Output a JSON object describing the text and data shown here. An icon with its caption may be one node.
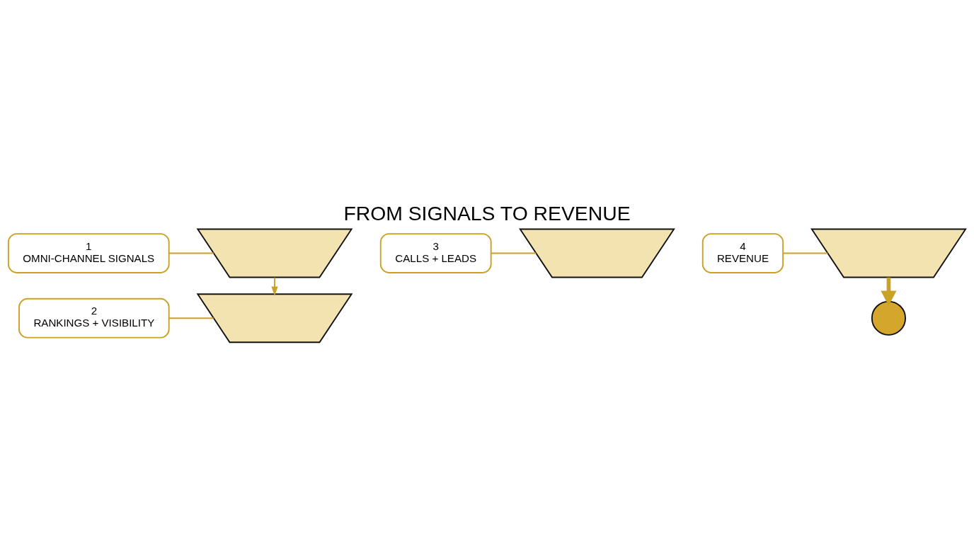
{
  "diagram": {
    "title": "FROM SIGNALS TO REVENUE",
    "nodes": [
      {
        "text": [
          "1",
          "OMNI-CHANNEL SIGNALS"
        ]
      },
      {
        "text": [],
        "shape": "band"
      },
      {
        "text": [
          "2",
          "RANKINGS + VISIBILITY"
        ]
      },
      {
        "text": [],
        "shape": "band"
      },
      {
        "text": [
          "3",
          "CALLS + LEADS"
        ]
      },
      {
        "text": [],
        "shape": "band"
      },
      {
        "text": [
          "4",
          "REVENUE"
        ]
      },
      {
        "text": [],
        "shape": "band"
      },
      {
        "text": [],
        "shape": "coins"
      }
    ],
    "edges": [
      {
        "from": 0,
        "to": 1,
        "arrow": "none"
      },
      {
        "from": 1,
        "to": 3,
        "arrow": "to"
      },
      {
        "from": 2,
        "to": 3,
        "arrow": "none"
      },
      {
        "from": 4,
        "to": 5,
        "arrow": "none"
      },
      {
        "from": 6,
        "to": 7,
        "arrow": "none"
      },
      {
        "from": 7,
        "to": 8,
        "arrow": "to",
        "style": "thick"
      }
    ]
  }
}
